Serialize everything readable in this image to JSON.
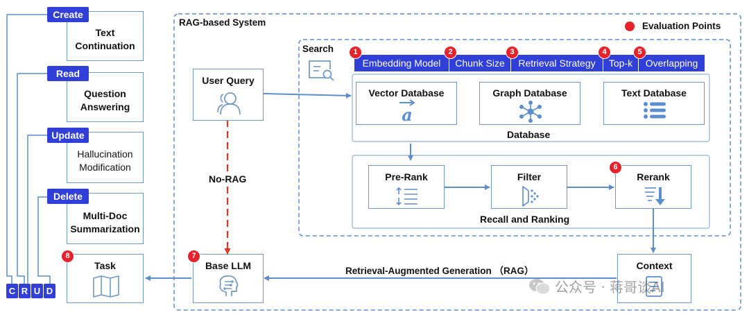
{
  "crud_tasks": [
    {
      "tag": "Create",
      "text": [
        "Text",
        "Continuation"
      ]
    },
    {
      "tag": "Read",
      "text": [
        "Question",
        "Answering"
      ]
    },
    {
      "tag": "Update",
      "text": [
        "Hallucination",
        "Modification"
      ]
    },
    {
      "tag": "Delete",
      "text": [
        "Multi-Doc",
        "Summarization"
      ]
    }
  ],
  "crud_letters": [
    "C",
    "R",
    "U",
    "D"
  ],
  "task": {
    "title": "Task",
    "badge": "8"
  },
  "system": {
    "title": "RAG-based System",
    "legend": "Evaluation Points",
    "legend_color": "#e8222a"
  },
  "user_query": {
    "title": "User Query"
  },
  "no_rag": "No-RAG",
  "base_llm": {
    "title": "Base LLM",
    "badge": "7"
  },
  "search": {
    "title": "Search",
    "params": [
      {
        "badge": "1",
        "label": "Embedding Model"
      },
      {
        "badge": "2",
        "label": "Chunk Size"
      },
      {
        "badge": "3",
        "label": "Retrieval Strategy"
      },
      {
        "badge": "4",
        "label": "Top-k"
      },
      {
        "badge": "5",
        "label": "Overlapping"
      }
    ],
    "databases": [
      {
        "title": "Vector Database",
        "icon": "vector-a-icon"
      },
      {
        "title": "Graph Database",
        "icon": "graph-network-icon"
      },
      {
        "title": "Text Database",
        "icon": "text-list-icon"
      }
    ],
    "database_label": "Database"
  },
  "ranking": {
    "stages": [
      {
        "title": "Pre-Rank",
        "icon": "sort-list-icon"
      },
      {
        "title": "Filter",
        "icon": "filter-icon"
      },
      {
        "title": "Rerank",
        "icon": "rerank-icon",
        "badge": "6"
      }
    ],
    "label": "Recall and Ranking"
  },
  "context": {
    "title": "Context"
  },
  "rag_label": "Retrieval-Augmented Generation （RAG）",
  "watermark": "公众号 · 蒋哥谈AI",
  "colors": {
    "accent": "#2f3fd8",
    "line": "#5b8ed0",
    "dash_red": "#e8331f",
    "badge": "#e8222a"
  }
}
